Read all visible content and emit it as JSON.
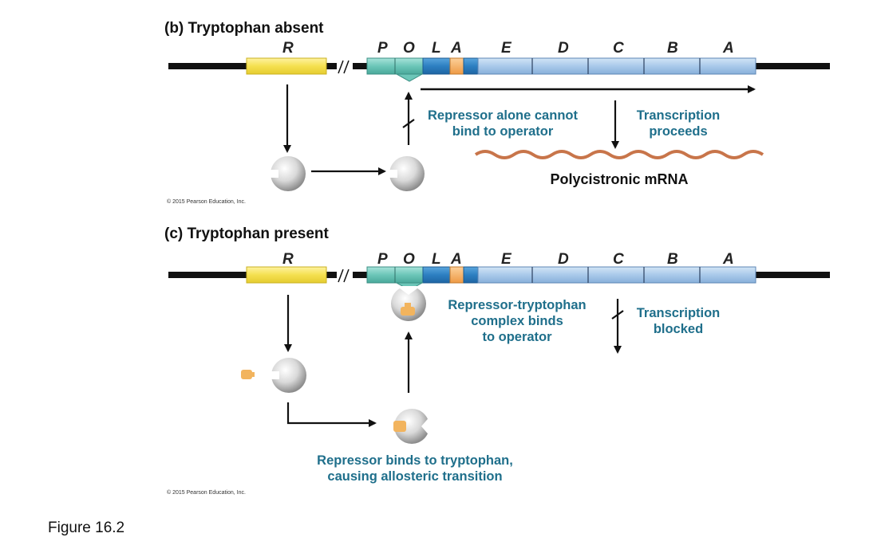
{
  "figure_label": "Figure 16.2",
  "panel_b": {
    "title": "(b) Tryptophan absent",
    "genes": [
      "R",
      "P",
      "O",
      "L",
      "A",
      "E",
      "D",
      "C",
      "B",
      "A"
    ],
    "label_repressor_cannot_bind": [
      "Repressor alone cannot",
      "bind to operator"
    ],
    "label_transcription": [
      "Transcription",
      "proceeds"
    ],
    "label_mrna": "Polycistronic mRNA",
    "copyright": "© 2015 Pearson Education, Inc."
  },
  "panel_c": {
    "title": "(c) Tryptophan present",
    "genes": [
      "R",
      "P",
      "O",
      "L",
      "A",
      "E",
      "D",
      "C",
      "B",
      "A"
    ],
    "label_complex_binds": [
      "Repressor-tryptophan",
      "complex binds",
      "to operator"
    ],
    "label_transcription": [
      "Transcription",
      "blocked"
    ],
    "label_allosteric": [
      "Repressor binds to tryptophan,",
      "causing allosteric transition"
    ],
    "copyright": "© 2015 Pearson Education, Inc."
  },
  "colors": {
    "repressor_gene": "#f5e050",
    "promoter_operator": "#6cc6b8",
    "leader": "#2d7fc1",
    "attenuator": "#f2a65a",
    "structural_genes": "#a9c9ea",
    "label_blue": "#1f6f8b",
    "mrna": "#c8754a",
    "tryptophan": "#f2b45e"
  }
}
